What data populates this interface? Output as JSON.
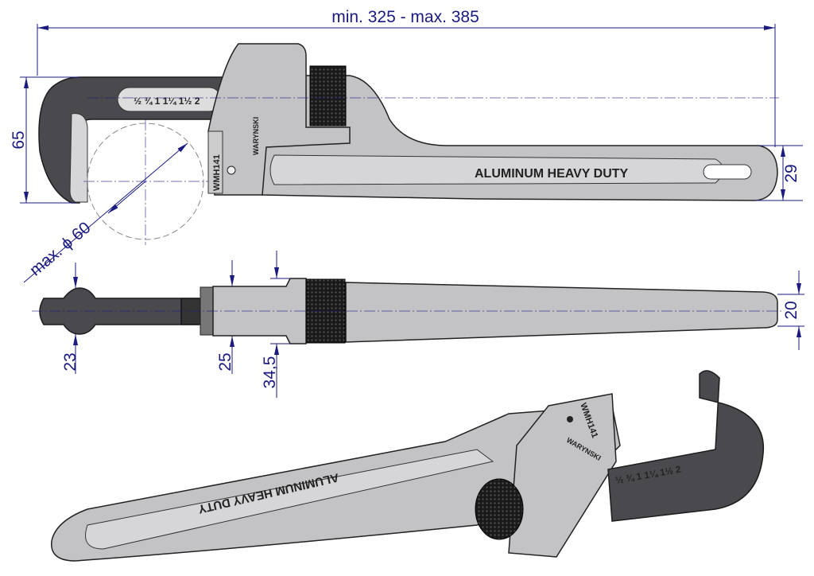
{
  "dimensions": {
    "overall_length": "min. 325 - max. 385",
    "jaw_height": "65",
    "handle_width": "29",
    "max_pipe_diameter": "max. ϕ 60",
    "jaw_thickness": "23",
    "nut_thickness": "25",
    "housing_thickness": "34,5",
    "handle_thickness": "20"
  },
  "engravings": {
    "handle_text": "ALUMINUM  HEAVY DUTY",
    "model": "WMH141",
    "brand": "WARYNSKI",
    "scale_marks": "½ ¾ 1 1¼ 1½ 2"
  },
  "colors": {
    "dimension": "#1a1a80",
    "jaw": "#4a4a4e",
    "body": "#c3c3c6"
  }
}
